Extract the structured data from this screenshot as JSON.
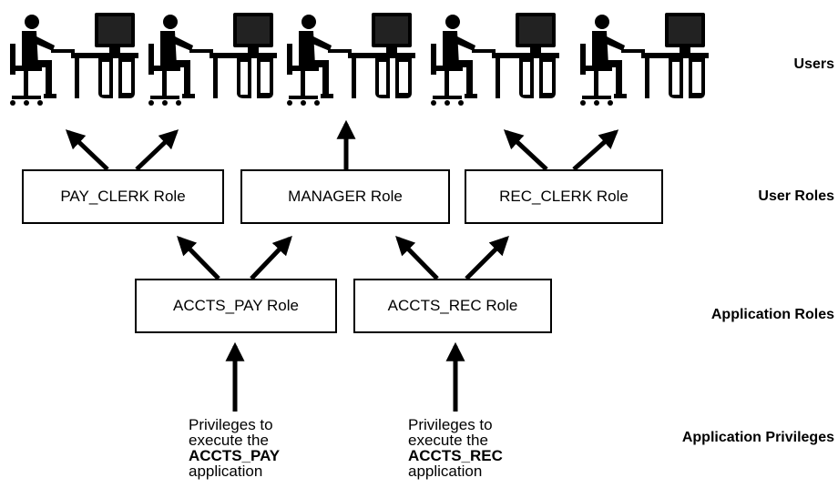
{
  "layer_labels": {
    "users": "Users",
    "user_roles": "User Roles",
    "application_roles": "Application Roles",
    "application_privileges": "Application Privileges"
  },
  "users": [
    {
      "icon": "user-at-computer-icon"
    },
    {
      "icon": "user-at-computer-icon"
    },
    {
      "icon": "user-at-computer-icon"
    },
    {
      "icon": "user-at-computer-icon"
    },
    {
      "icon": "user-at-computer-icon"
    }
  ],
  "user_roles": [
    {
      "label": "PAY_CLERK Role"
    },
    {
      "label": "MANAGER Role"
    },
    {
      "label": "REC_CLERK Role"
    }
  ],
  "application_roles": [
    {
      "label": "ACCTS_PAY Role"
    },
    {
      "label": "ACCTS_REC Role"
    }
  ],
  "privileges": [
    {
      "line1": "Privileges to",
      "line2": "execute the",
      "app": "ACCTS_PAY",
      "line4": "application"
    },
    {
      "line1": "Privileges to",
      "line2": "execute the",
      "app": "ACCTS_REC",
      "line4": "application"
    }
  ]
}
